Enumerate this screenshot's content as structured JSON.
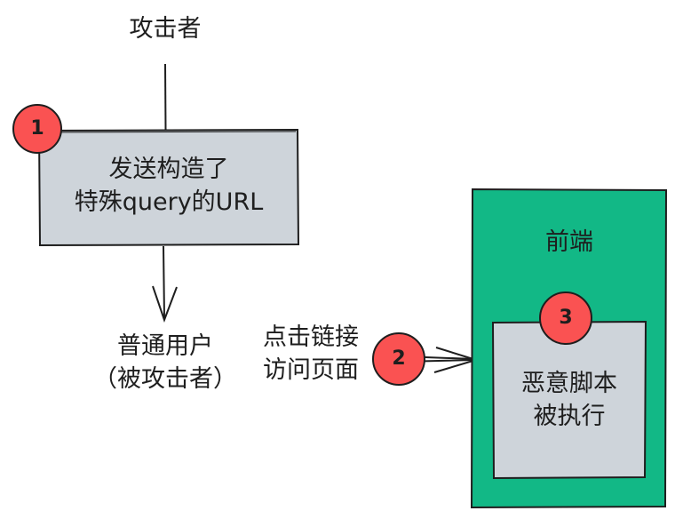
{
  "attacker": {
    "label": "攻击者"
  },
  "step1": {
    "badge": "1",
    "line1": "发送构造了",
    "line2": "特殊query的URL"
  },
  "victim": {
    "line1": "普通用户",
    "line2": "（被攻击者）"
  },
  "step2": {
    "badge": "2",
    "line1": "点击链接",
    "line2": "访问页面"
  },
  "frontend": {
    "label": "前端",
    "color": "#12b886"
  },
  "step3": {
    "badge": "3",
    "line1": "恶意脚本",
    "line2": "被执行"
  },
  "colors": {
    "box_fill": "#ced4da",
    "badge_fill": "#fa5252",
    "stroke": "#1e1e1e"
  }
}
